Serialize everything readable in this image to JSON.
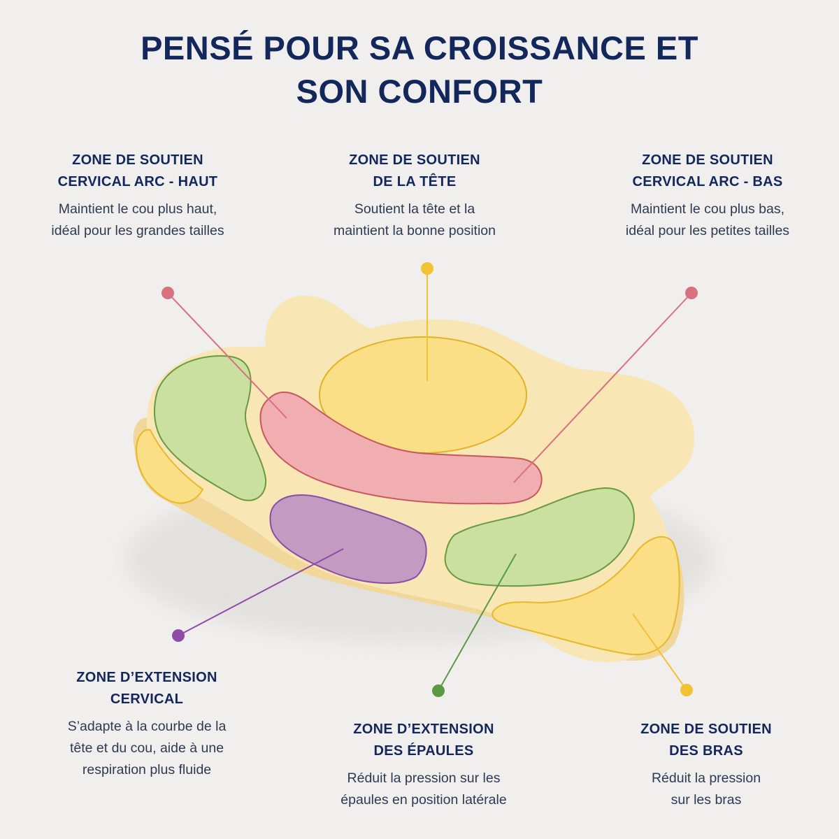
{
  "title": {
    "line1": "PENSÉ POUR SA CROISSANCE ET",
    "line2": "SON CONFORT"
  },
  "zones": {
    "cervical_haut": {
      "title1": "ZONE DE SOUTIEN",
      "title2": "CERVICAL ARC - HAUT",
      "desc1": "Maintient le cou plus haut,",
      "desc2": "idéal pour les grandes tailles",
      "color": "#d9707f"
    },
    "tete": {
      "title1": "ZONE DE SOUTIEN",
      "title2": "DE LA TÊTE",
      "desc1": "Soutient la tête et la",
      "desc2": "maintient la bonne position",
      "color": "#f2c232"
    },
    "cervical_bas": {
      "title1": "ZONE DE SOUTIEN",
      "title2": "CERVICAL ARC - BAS",
      "desc1": "Maintient le cou plus bas,",
      "desc2": "idéal pour les petites tailles",
      "color": "#d9707f"
    },
    "extension_cervical": {
      "title1": "ZONE D’EXTENSION",
      "title2": "CERVICAL",
      "desc1": "S’adapte à la courbe de la",
      "desc2": "tête et du cou, aide à une",
      "desc3": "respiration plus fluide",
      "color": "#8d4ca7"
    },
    "extension_epaules": {
      "title1": "ZONE D’EXTENSION",
      "title2": "DES ÉPAULES",
      "desc1": "Réduit la pression sur les",
      "desc2": "épaules en position latérale",
      "color": "#5b9a45"
    },
    "soutien_bras": {
      "title1": "ZONE DE SOUTIEN",
      "title2": "DES BRAS",
      "desc1": "Réduit la pression",
      "desc2": "sur les bras",
      "color": "#f2c232"
    }
  },
  "colors": {
    "background": "#f0efee",
    "text": "#13275b",
    "pillow": "#f8e6b5",
    "zone_green": "#c9e0a1",
    "zone_pink": "#f1aeb0",
    "zone_purple": "#c39ac2",
    "zone_yellow": "#fbdf86"
  }
}
